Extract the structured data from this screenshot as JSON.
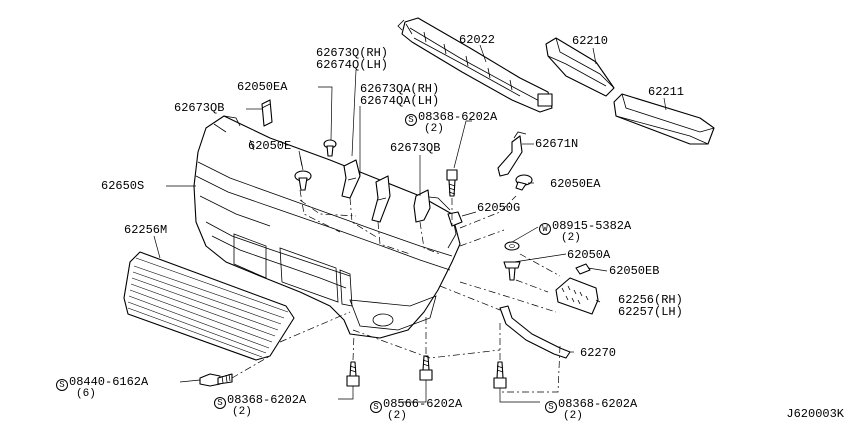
{
  "diagram": {
    "reference_code": "J620003K",
    "parts": [
      {
        "id": "p62022",
        "number": "62022"
      },
      {
        "id": "p62210",
        "number": "62210"
      },
      {
        "id": "p62211",
        "number": "62211"
      },
      {
        "id": "p62673Q",
        "number": "62673Q(RH)"
      },
      {
        "id": "p62674Q",
        "number": "62674Q(LH)"
      },
      {
        "id": "p62050EA_top",
        "number": "62050EA"
      },
      {
        "id": "p62673QA",
        "number": "62673QA(RH)"
      },
      {
        "id": "p62674QA",
        "number": "62674QA(LH)"
      },
      {
        "id": "p62673QB_left",
        "number": "62673QB"
      },
      {
        "id": "p08368_top",
        "number": "08368-6202A",
        "prefix": "S",
        "qty": "(2)"
      },
      {
        "id": "p62671N",
        "number": "62671N"
      },
      {
        "id": "p62050E",
        "number": "62050E"
      },
      {
        "id": "p62673QB_mid",
        "number": "62673QB"
      },
      {
        "id": "p62050EA_right",
        "number": "62050EA"
      },
      {
        "id": "p62650S",
        "number": "62650S"
      },
      {
        "id": "p62050G",
        "number": "62050G"
      },
      {
        "id": "p62256M",
        "number": "62256M"
      },
      {
        "id": "p08915",
        "number": "08915-5382A",
        "prefix": "W",
        "qty": "(2)"
      },
      {
        "id": "p62050A",
        "number": "62050A"
      },
      {
        "id": "p62050EB",
        "number": "62050EB"
      },
      {
        "id": "p62256",
        "number": "62256(RH)"
      },
      {
        "id": "p62257",
        "number": "62257(LH)"
      },
      {
        "id": "p62270",
        "number": "62270"
      },
      {
        "id": "p08440",
        "number": "08440-6162A",
        "prefix": "S",
        "qty": "(6)"
      },
      {
        "id": "p08368_bl",
        "number": "08368-6202A",
        "prefix": "S",
        "qty": "(2)"
      },
      {
        "id": "p08566",
        "number": "08566-6202A",
        "prefix": "S",
        "qty": "(2)"
      },
      {
        "id": "p08368_br",
        "number": "08368-6202A",
        "prefix": "S",
        "qty": "(2)"
      }
    ]
  }
}
